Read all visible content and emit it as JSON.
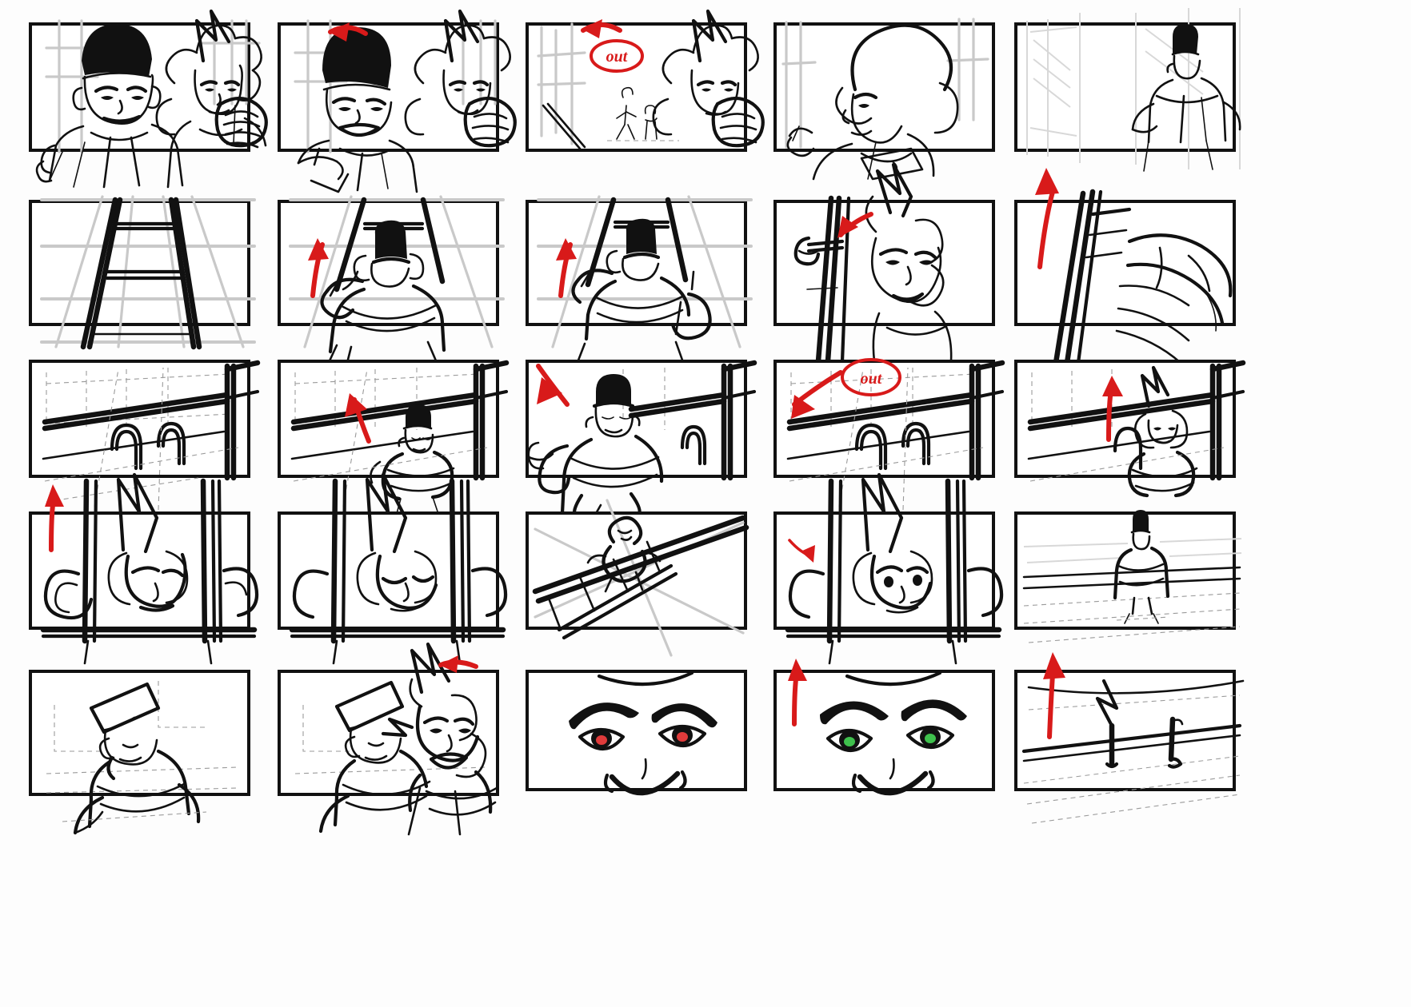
{
  "board": {
    "title": "Animation Storyboard Sequence",
    "rows": 5,
    "columns": 5,
    "total_panels": 25,
    "background_color": "#ffffff",
    "ink_color": "#111111",
    "annotation_color": "#d81a1a",
    "medium": "black ink brush sketch with red camera-move annotations"
  },
  "annotations": {
    "out_label_1": "out",
    "out_label_2": "out"
  },
  "panels": [
    {
      "id": "r1c1",
      "row": 1,
      "column": 1,
      "shot": "Two characters front view in a barred room; man in tall hat scowling, woman with spiky hair behind",
      "arrow": "none",
      "note": ""
    },
    {
      "id": "r1c2",
      "row": 1,
      "column": 2,
      "shot": "Same two characters, man turning and pointing left, mouth open shouting",
      "arrow": "left",
      "note": ""
    },
    {
      "id": "r1c3",
      "row": 1,
      "column": 3,
      "shot": "Man has exited frame left through doorway; two small distant figures run away; woman remains right",
      "arrow": "left",
      "note": "out"
    },
    {
      "id": "r1c4",
      "row": 1,
      "column": 4,
      "shot": "Close profile of woman with voluminous hair looking left holding a paper",
      "arrow": "left",
      "note": ""
    },
    {
      "id": "r1c5",
      "row": 1,
      "column": 5,
      "shot": "Man in tall hat standing in a doorway corridor, seen from behind at distance",
      "arrow": "none",
      "note": ""
    },
    {
      "id": "r2c1",
      "row": 2,
      "column": 1,
      "shot": "Empty ladder seen from below against gridded wall",
      "arrow": "none",
      "note": ""
    },
    {
      "id": "r2c2",
      "row": 2,
      "column": 2,
      "shot": "Character in tall hat climbing the ladder, low angle from behind",
      "arrow": "up",
      "note": ""
    },
    {
      "id": "r2c3",
      "row": 2,
      "column": 3,
      "shot": "Character further up the ladder, satchel swinging",
      "arrow": "up",
      "note": ""
    },
    {
      "id": "r2c4",
      "row": 2,
      "column": 4,
      "shot": "Close-up of spiky-haired character face next to ladder rails, gripping rung",
      "arrow": "left",
      "note": ""
    },
    {
      "id": "r2c5",
      "row": 2,
      "column": 5,
      "shot": "Extreme close-up of body passing ladder rails moving up",
      "arrow": "up",
      "note": ""
    },
    {
      "id": "r3c1",
      "row": 3,
      "column": 1,
      "shot": "Empty tiled corridor with railing and two arched rails, deep perspective",
      "arrow": "none",
      "note": ""
    },
    {
      "id": "r3c2",
      "row": 3,
      "column": 2,
      "shot": "Character in tall hat appears in mid corridor crouched behind railing",
      "arrow": "up-left",
      "note": ""
    },
    {
      "id": "r3c3",
      "row": 3,
      "column": 3,
      "shot": "Character running toward camera down the corridor carrying a case",
      "arrow": "down-left",
      "note": ""
    },
    {
      "id": "r3c4",
      "row": 3,
      "column": 4,
      "shot": "Corridor empty again after character exits frame left",
      "arrow": "down-left",
      "note": "out"
    },
    {
      "id": "r3c5",
      "row": 3,
      "column": 5,
      "shot": "Spiky-haired character crouched low in corridor near railing",
      "arrow": "up",
      "note": ""
    },
    {
      "id": "r4c1",
      "row": 4,
      "column": 1,
      "shot": "Close-up through vertical bars of a bald character's face, coiled cables behind",
      "arrow": "up",
      "note": ""
    },
    {
      "id": "r4c2",
      "row": 4,
      "column": 2,
      "shot": "Same framing with the face turned and eyes closed",
      "arrow": "none",
      "note": ""
    },
    {
      "id": "r4c3",
      "row": 4,
      "column": 3,
      "shot": "High angle of a figure on a catwalk ladder seen from above",
      "arrow": "none",
      "note": ""
    },
    {
      "id": "r4c4",
      "row": 4,
      "column": 4,
      "shot": "Close-up through bars again, face looking up, startled",
      "arrow": "right-down",
      "note": ""
    },
    {
      "id": "r4c5",
      "row": 4,
      "column": 5,
      "shot": "Wide shot of small figure in tall hat walking away down an empty hall",
      "arrow": "none",
      "note": ""
    },
    {
      "id": "r5c1",
      "row": 5,
      "column": 1,
      "shot": "Character in tall hat leaning forward over a ledge, side view",
      "arrow": "none",
      "note": ""
    },
    {
      "id": "r5c2",
      "row": 5,
      "column": 2,
      "shot": "Two characters together, spiky-haired one shouting beside the hatted one",
      "arrow": "left",
      "note": ""
    },
    {
      "id": "r5c3",
      "row": 5,
      "column": 3,
      "shot": "Extreme close-up of a face: angry brows, red irises, large nose",
      "arrow": "none",
      "note": "",
      "iris_color": "#e03b3b"
    },
    {
      "id": "r5c4",
      "row": 5,
      "column": 4,
      "shot": "Extreme close-up of a face: soft brows, green irises, large nose",
      "arrow": "up",
      "note": "",
      "iris_color": "#3fc14d"
    },
    {
      "id": "r5c5",
      "row": 5,
      "column": 5,
      "shot": "Floor-level shot of two small posts on a receding floor plane",
      "arrow": "up",
      "note": ""
    }
  ]
}
